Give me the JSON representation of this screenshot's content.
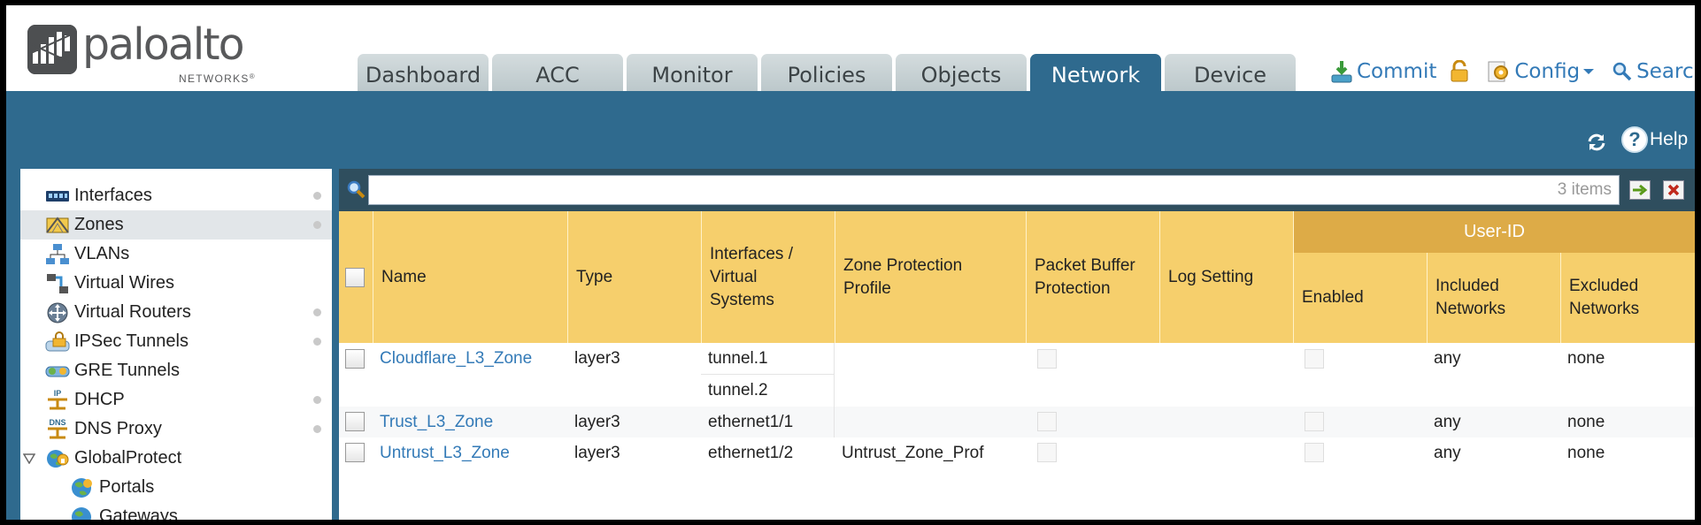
{
  "brand": {
    "word": "paloalto",
    "sub": "NETWORKS",
    "mark": "®"
  },
  "tabs": [
    {
      "label": "Dashboard"
    },
    {
      "label": "ACC"
    },
    {
      "label": "Monitor"
    },
    {
      "label": "Policies"
    },
    {
      "label": "Objects"
    },
    {
      "label": "Network",
      "active": true
    },
    {
      "label": "Device"
    }
  ],
  "toolbar": {
    "commit": "Commit",
    "config": "Config",
    "search": "Search"
  },
  "help": {
    "label": "Help"
  },
  "sidebar": {
    "items": [
      {
        "label": "Interfaces",
        "icon": "interfaces-icon"
      },
      {
        "label": "Zones",
        "icon": "zones-icon",
        "selected": true
      },
      {
        "label": "VLANs",
        "icon": "vlans-icon"
      },
      {
        "label": "Virtual Wires",
        "icon": "virtual-wires-icon"
      },
      {
        "label": "Virtual Routers",
        "icon": "virtual-routers-icon"
      },
      {
        "label": "IPSec Tunnels",
        "icon": "ipsec-tunnels-icon"
      },
      {
        "label": "GRE Tunnels",
        "icon": "gre-tunnels-icon"
      },
      {
        "label": "DHCP",
        "icon": "dhcp-icon"
      },
      {
        "label": "DNS Proxy",
        "icon": "dns-proxy-icon"
      },
      {
        "label": "GlobalProtect",
        "icon": "globalprotect-icon"
      },
      {
        "label": "Portals",
        "icon": "globe-icon"
      },
      {
        "label": "Gateways",
        "icon": "globe-icon"
      }
    ],
    "dns_badge": "DNS",
    "ip_badge": "IP"
  },
  "filter": {
    "count_text": "3 items"
  },
  "table": {
    "headers": {
      "name": "Name",
      "type": "Type",
      "interfaces": "Interfaces / Virtual Systems",
      "zone_protection": "Zone Protection Profile",
      "packet_buffer": "Packet Buffer Protection",
      "log_setting": "Log Setting",
      "user_id": "User-ID",
      "enabled": "Enabled",
      "included": "Included Networks",
      "excluded": "Excluded Networks"
    },
    "rows": [
      {
        "name": "Cloudflare_L3_Zone",
        "type": "layer3",
        "interfaces": [
          "tunnel.1",
          "tunnel.2"
        ],
        "zone_protection": "",
        "log_setting": "",
        "included": "any",
        "excluded": "none"
      },
      {
        "name": "Trust_L3_Zone",
        "type": "layer3",
        "interfaces": [
          "ethernet1/1"
        ],
        "zone_protection": "",
        "log_setting": "",
        "included": "any",
        "excluded": "none"
      },
      {
        "name": "Untrust_L3_Zone",
        "type": "layer3",
        "interfaces": [
          "ethernet1/2"
        ],
        "zone_protection": "Untrust_Zone_Prof",
        "log_setting": "",
        "included": "any",
        "excluded": "none"
      }
    ]
  },
  "colors": {
    "header_blue": "#2f6a8e",
    "grid_header": "#f6cf6c",
    "user_id_header": "#ddab47",
    "link": "#337ab7"
  }
}
